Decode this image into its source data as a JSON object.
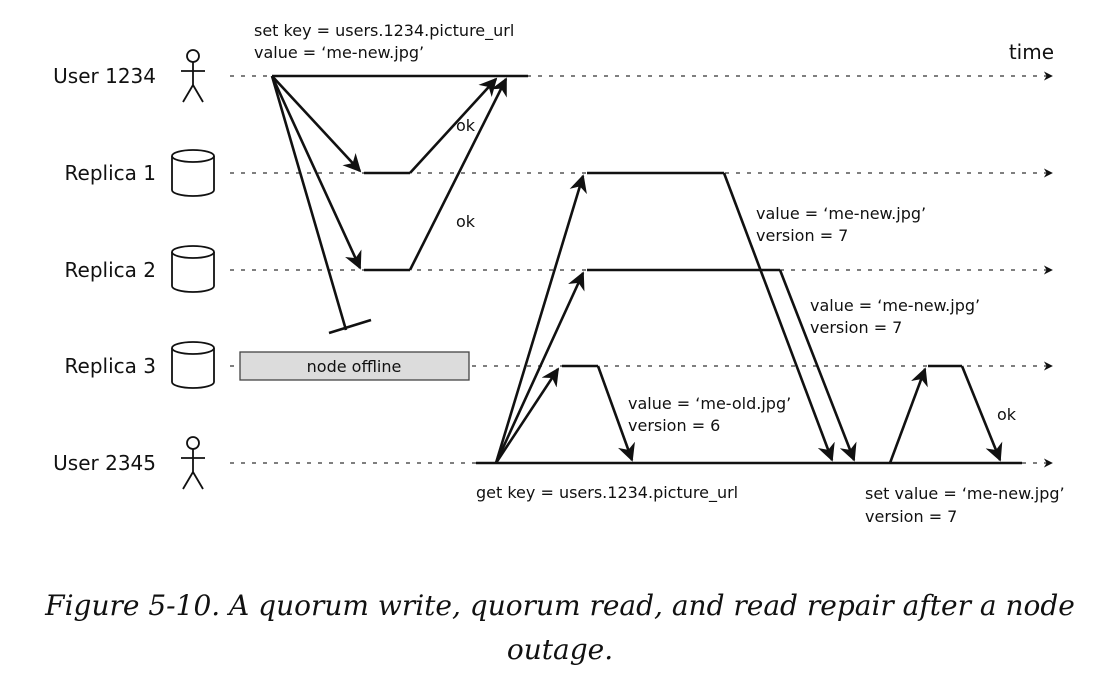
{
  "lanes": [
    {
      "id": "user-1234",
      "label": "User 1234",
      "icon": "person-icon"
    },
    {
      "id": "replica-1",
      "label": "Replica 1",
      "icon": "database-icon"
    },
    {
      "id": "replica-2",
      "label": "Replica 2",
      "icon": "database-icon"
    },
    {
      "id": "replica-3",
      "label": "Replica 3",
      "icon": "database-icon"
    },
    {
      "id": "user-2345",
      "label": "User 2345",
      "icon": "person-icon"
    }
  ],
  "time_label": "time",
  "write_request": {
    "line1": "set key = users.1234.picture_url",
    "line2": "value = ‘me-new.jpg’"
  },
  "write_acks": [
    "ok",
    "ok"
  ],
  "offline_label": "node offline",
  "read_request": "get key = users.1234.picture_url",
  "read_responses": [
    {
      "line1": "value = ‘me-new.jpg’",
      "line2": "version = 7"
    },
    {
      "line1": "value = ‘me-new.jpg’",
      "line2": "version = 7"
    },
    {
      "line1": "value = ‘me-old.jpg’",
      "line2": "version = 6"
    }
  ],
  "repair_request": {
    "line1": "set value = ‘me-new.jpg’",
    "line2": "version = 7"
  },
  "repair_ack": "ok",
  "caption": [
    "Figure 5-10. A quorum write, quorum read, and read repair after a node",
    "outage."
  ]
}
